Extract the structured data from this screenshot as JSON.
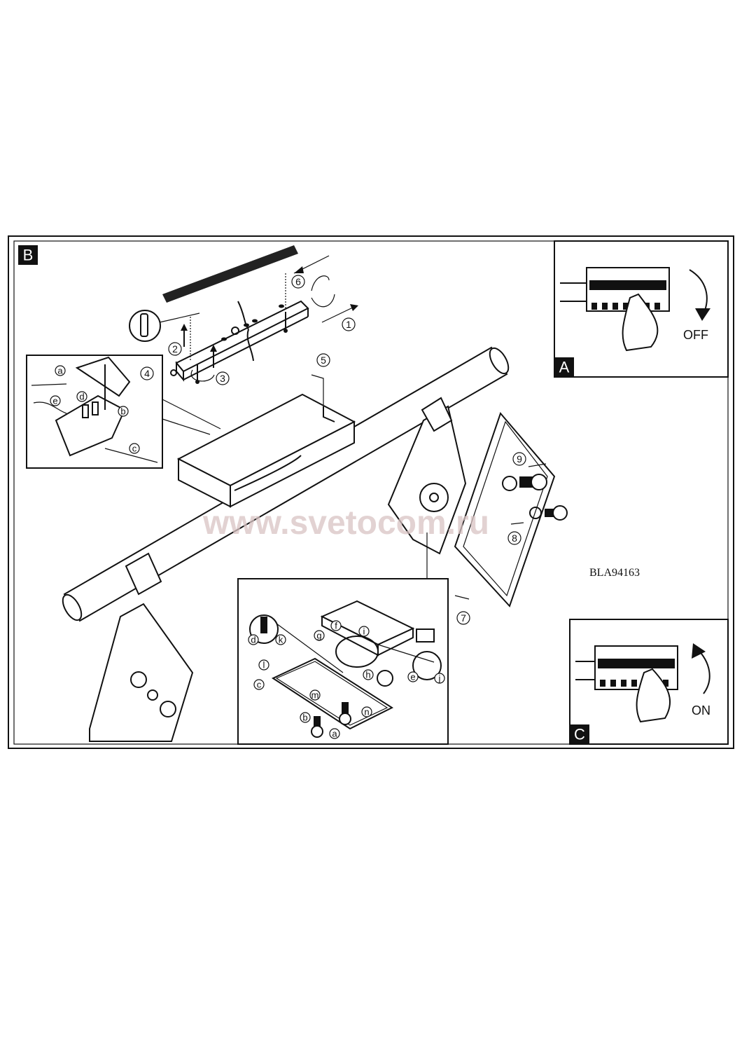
{
  "panels": {
    "main": {
      "label": "B"
    },
    "before": {
      "label": "A",
      "switch_label": "OFF"
    },
    "after": {
      "label": "C",
      "switch_label": "ON"
    }
  },
  "model_code": "BLA94163",
  "watermark": "www.svetocom.ru",
  "steps": [
    "1",
    "2",
    "3",
    "4",
    "5",
    "6",
    "7",
    "8",
    "9"
  ],
  "wiring_letters": [
    "a",
    "b",
    "c",
    "d",
    "e"
  ],
  "assembly_letters": [
    "a",
    "b",
    "c",
    "d",
    "e",
    "f",
    "g",
    "h",
    "i",
    "j",
    "k",
    "l",
    "m",
    "n"
  ]
}
